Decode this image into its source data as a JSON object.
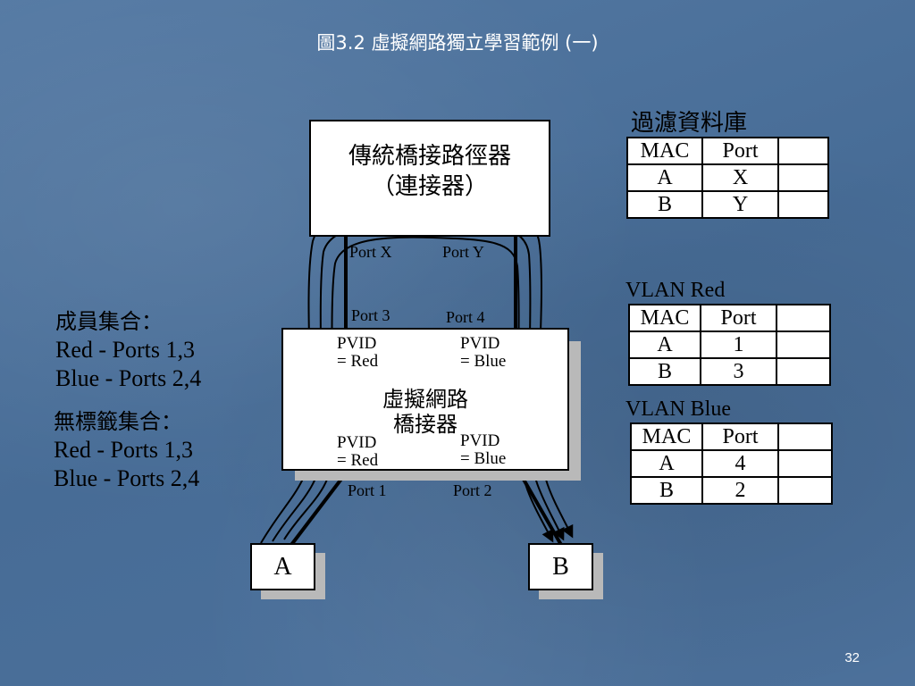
{
  "title": "圖3.2 虛擬網路獨立學習範例 (一)",
  "page_number": "32",
  "traditional_bridge": {
    "line1": "傳統橋接路徑器",
    "line2": "（連接器）"
  },
  "virtual_bridge": {
    "line1": "虛擬網路",
    "line2": "橋接器",
    "pvid_top_left": [
      "PVID",
      "= Red"
    ],
    "pvid_top_right": [
      "PVID",
      "= Blue"
    ],
    "pvid_bottom_left": [
      "PVID",
      "= Red"
    ],
    "pvid_bottom_right": [
      "PVID",
      "= Blue"
    ]
  },
  "ports": {
    "x": "Port X",
    "y": "Port Y",
    "p3": "Port 3",
    "p4": "Port 4",
    "p1": "Port 1",
    "p2": "Port 2"
  },
  "hosts": {
    "a": "A",
    "b": "B"
  },
  "member_set": {
    "heading": "成員集合：",
    "red": "Red - Ports 1,3",
    "blue": "Blue - Ports 2,4"
  },
  "untagged_set": {
    "heading": "無標籤集合：",
    "red": "Red - Ports 1,3",
    "blue": "Blue - Ports 2,4"
  },
  "filter_db": {
    "title": "過濾資料庫",
    "header": [
      "MAC",
      "Port",
      ""
    ],
    "rows": [
      [
        "A",
        "X",
        ""
      ],
      [
        "B",
        "Y",
        ""
      ]
    ]
  },
  "vlan_red": {
    "title": "VLAN Red",
    "header": [
      "MAC",
      "Port",
      ""
    ],
    "rows": [
      [
        "A",
        "1",
        ""
      ],
      [
        "B",
        "3",
        ""
      ]
    ]
  },
  "vlan_blue": {
    "title": "VLAN Blue",
    "header": [
      "MAC",
      "Port",
      ""
    ],
    "rows": [
      [
        "A",
        "4",
        ""
      ],
      [
        "B",
        "2",
        ""
      ]
    ]
  }
}
